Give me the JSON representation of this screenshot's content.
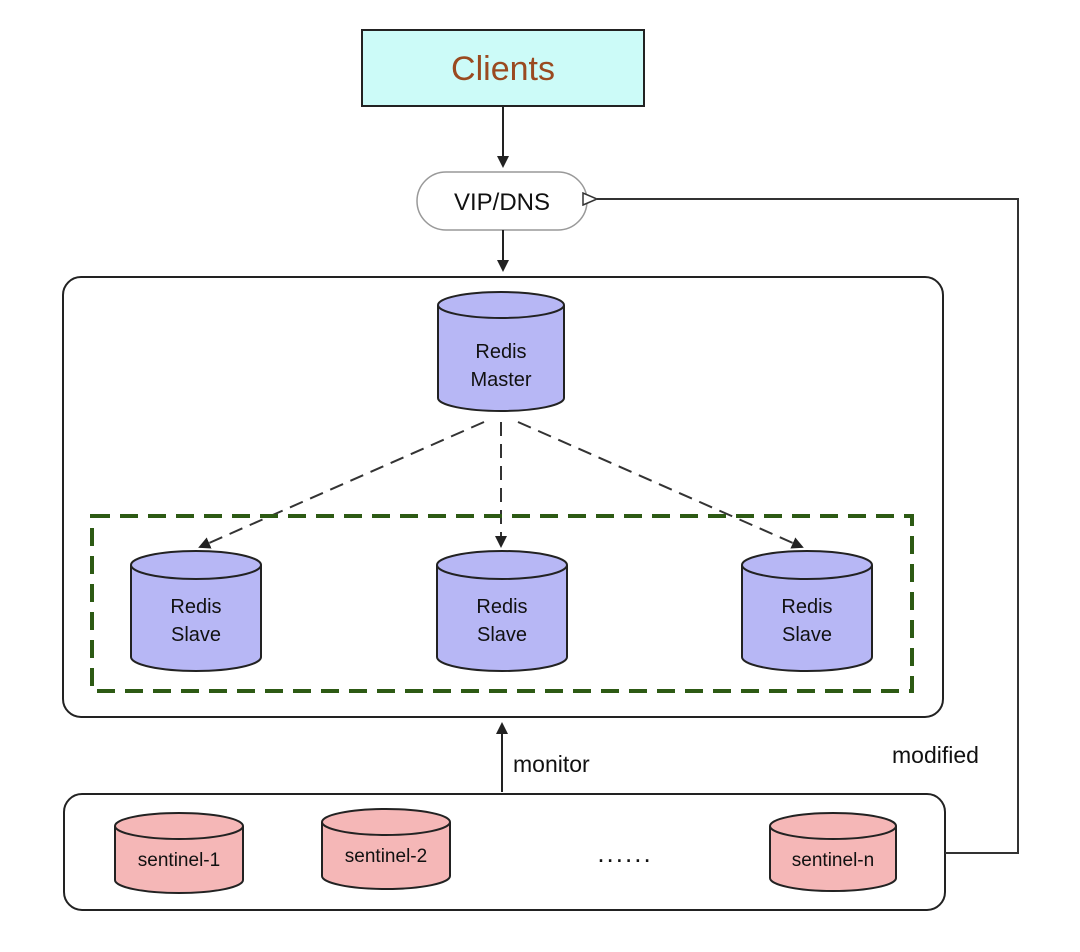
{
  "clients": {
    "label": "Clients"
  },
  "vip": {
    "label": "VIP/DNS"
  },
  "master": {
    "line1": "Redis",
    "line2": "Master"
  },
  "slaves": [
    {
      "line1": "Redis",
      "line2": "Slave"
    },
    {
      "line1": "Redis",
      "line2": "Slave"
    },
    {
      "line1": "Redis",
      "line2": "Slave"
    }
  ],
  "sentinels": [
    {
      "label": "sentinel-1"
    },
    {
      "label": "sentinel-2"
    },
    {
      "label": "sentinel-n"
    }
  ],
  "ellipsis": "......",
  "edges": {
    "monitor_label": "monitor",
    "modified_label": "modified"
  },
  "colors": {
    "clients_fill": "#ccfbf8",
    "clients_text": "#9a4a20",
    "redis_fill": "#b7b7f5",
    "sentinel_fill": "#f5b7b7",
    "slave_group_border": "#2d5a14",
    "line": "#333333"
  }
}
